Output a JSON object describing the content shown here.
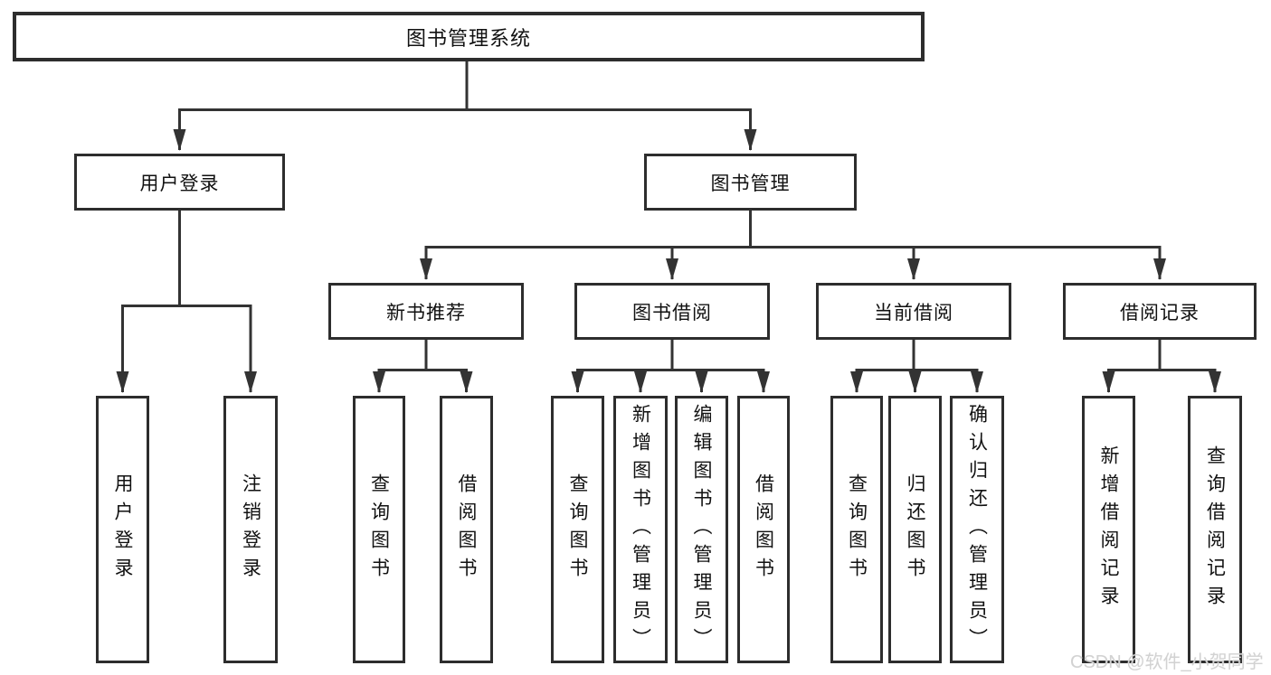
{
  "diagram_title": "图书管理系统",
  "nodes": {
    "root": "图书管理系统",
    "user_login": "用户登录",
    "book_management": "图书管理",
    "leaf_user_login": "用户登录",
    "leaf_logout": "注销登录",
    "new_book_recommend": "新书推荐",
    "book_borrowing": "图书借阅",
    "current_borrowing": "当前借阅",
    "borrowing_records": "借阅记录",
    "nb_query_book": "查询图书",
    "nb_borrow_book": "借阅图书",
    "bb_query_book": "查询图书",
    "bb_add_book_admin": "新增图书（管理员）",
    "bb_edit_book_admin": "编辑图书（管理员）",
    "bb_borrow_book": "借阅图书",
    "cb_query_book": "查询图书",
    "cb_return_book": "归还图书",
    "cb_confirm_return_admin": "确认归还（管理员）",
    "br_add_record": "新增借阅记录",
    "br_query_record": "查询借阅记录"
  },
  "hierarchy": {
    "图书管理系统": {
      "用户登录": [
        "用户登录",
        "注销登录"
      ],
      "图书管理": {
        "新书推荐": [
          "查询图书",
          "借阅图书"
        ],
        "图书借阅": [
          "查询图书",
          "新增图书（管理员）",
          "编辑图书（管理员）",
          "借阅图书"
        ],
        "当前借阅": [
          "查询图书",
          "归还图书",
          "确认归还（管理员）"
        ],
        "借阅记录": [
          "新增借阅记录",
          "查询借阅记录"
        ]
      }
    }
  },
  "watermark": "CSDN @软件_小贺同学",
  "colors": {
    "background": "#ffffff",
    "box_border": "#2d2d2d",
    "line": "#333333",
    "text": "#111111",
    "watermark": "#d2d2d2"
  }
}
